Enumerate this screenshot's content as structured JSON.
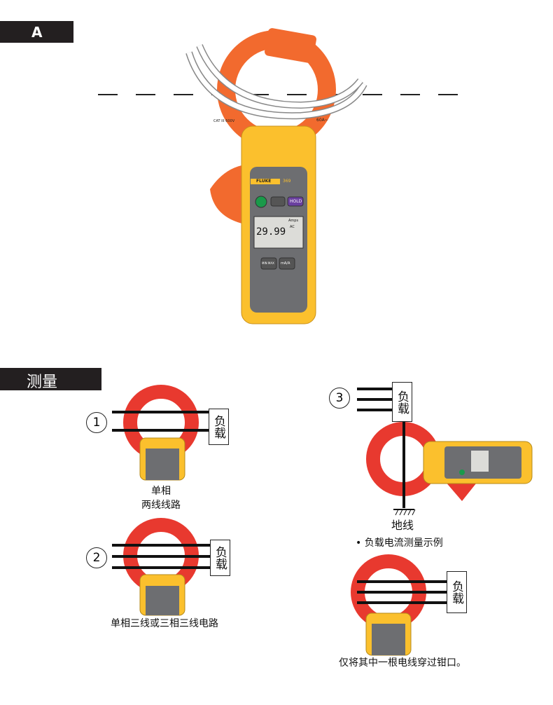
{
  "section_a": {
    "label": "A"
  },
  "meter": {
    "brand": "FLUKE",
    "model": "369",
    "reading": "29.99",
    "unit": "Amps",
    "mode": "AC",
    "buttons": {
      "power": "power",
      "backlight": "backlight",
      "hold": "HOLD",
      "minmax": "MIN MAX",
      "range": "mA/A"
    },
    "jaw_cat": "CAT III 600V",
    "jaw_rating": "60A~"
  },
  "section_measure": {
    "label": "测量"
  },
  "diagrams": [
    {
      "number": "1",
      "load": "负载",
      "caption_line1": "单相",
      "caption_line2": "两线线路"
    },
    {
      "number": "2",
      "load": "负载",
      "caption": "单相三线或三相三线电路"
    },
    {
      "number": "3",
      "load": "负载",
      "ground": "地线",
      "caption": "负载电流测量示例"
    },
    {
      "load": "负载",
      "caption": "仅将其中一根电线穿过钳口。"
    }
  ],
  "colors": {
    "orange": "#f26a2e",
    "red": "#e8392f",
    "yellow": "#fbc02d",
    "gray": "#6d6e71",
    "black": "#231f20"
  }
}
